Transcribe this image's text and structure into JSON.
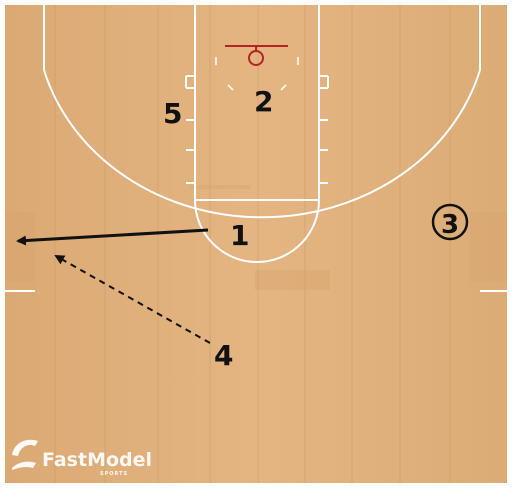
{
  "court": {
    "wood_color": "#e1b27f",
    "line_color": "#ffffff",
    "rim_color": "#b52323"
  },
  "players": [
    {
      "id": "1",
      "label": "1",
      "circled": false
    },
    {
      "id": "2",
      "label": "2",
      "circled": false
    },
    {
      "id": "3",
      "label": "3",
      "circled": true
    },
    {
      "id": "4",
      "label": "4",
      "circled": false
    },
    {
      "id": "5",
      "label": "5",
      "circled": false
    }
  ],
  "actions": [
    {
      "type": "pass",
      "from": "1",
      "style": "solid"
    },
    {
      "type": "cut",
      "from": "4",
      "style": "dashed"
    }
  ],
  "logo": {
    "brand": "FastModel",
    "sub": "SPORTS",
    "icon": "fastmodel-swoosh-icon"
  }
}
